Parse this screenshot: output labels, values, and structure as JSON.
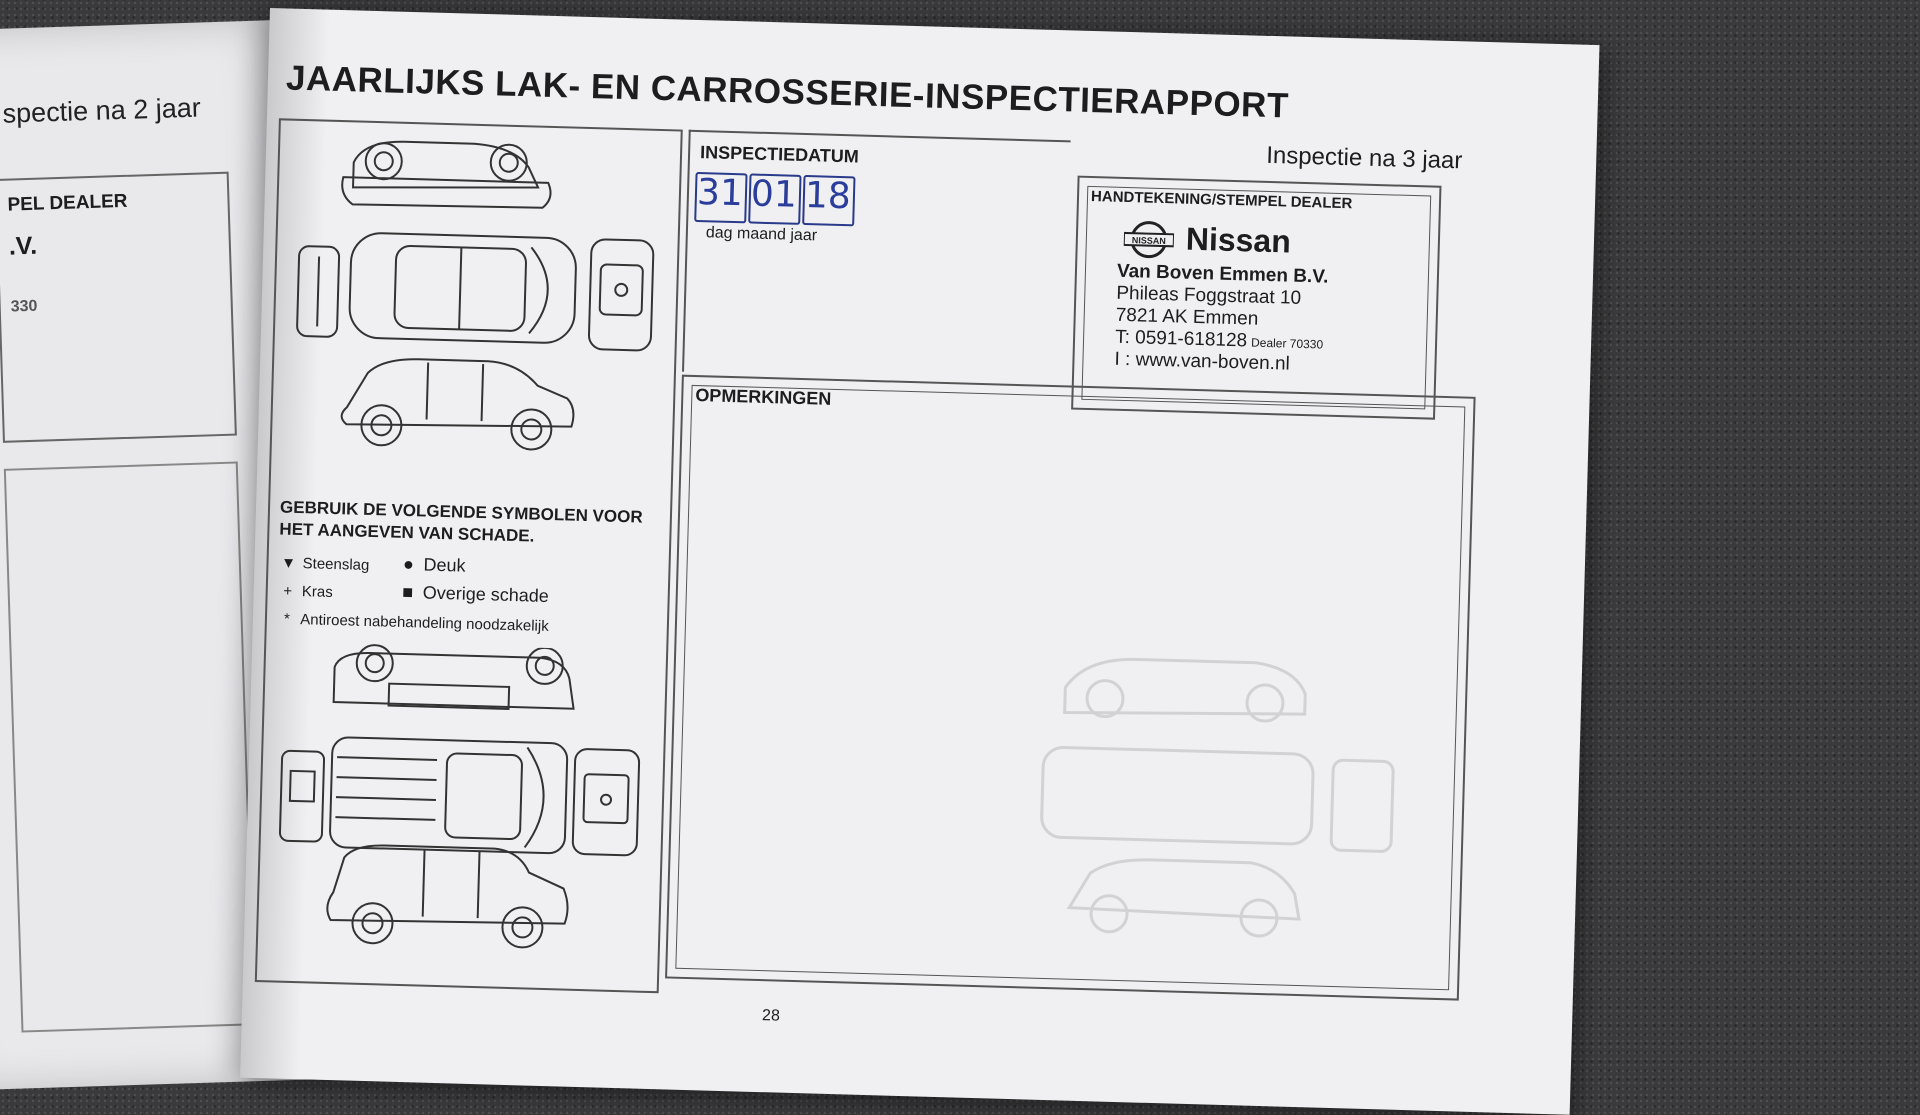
{
  "left_page": {
    "heading": "spectie na 2 jaar",
    "dealer_label": "PEL DEALER",
    "dealer_name_fragment": ".V.",
    "number_fragment": "330"
  },
  "page": {
    "title": "JAARLIJKS LAK- EN CARROSSERIE-INSPECTIERAPPORT",
    "subtitle": "Inspectie na 3 jaar",
    "page_number": "28"
  },
  "legend": {
    "heading": "GEBRUIK DE VOLGENDE SYMBOLEN VOOR HET AANGEVEN VAN SCHADE.",
    "items": [
      {
        "symbol": "▼",
        "label": "Steenslag"
      },
      {
        "symbol": "+",
        "label": "Kras"
      },
      {
        "symbol": "*",
        "label": "Antiroest nabehandeling noodzakelijk"
      },
      {
        "symbol": "●",
        "label": "Deuk"
      },
      {
        "symbol": "■",
        "label": "Overige schade"
      }
    ]
  },
  "inspection_date": {
    "label": "INSPECTIEDATUM",
    "day": "31",
    "month": "01",
    "year": "18",
    "caption": "dag maand jaar"
  },
  "dealer": {
    "label": "HANDTEKENING/STEMPEL DEALER",
    "logo_text": "NISSAN",
    "brand": "Nissan",
    "name": "Van Boven Emmen B.V.",
    "street": "Phileas Foggstraat 10",
    "city": "7821 AK Emmen",
    "phone": "T: 0591-618128",
    "dealer_number": "Dealer 70330",
    "website": "I : www.van-boven.nl"
  },
  "remarks": {
    "label": "OPMERKINGEN"
  },
  "colors": {
    "paper": "#f0f0f3",
    "ink": "#1d1d1f",
    "pen_blue": "#2a3d9b",
    "carpet": "#3a3a3c"
  }
}
